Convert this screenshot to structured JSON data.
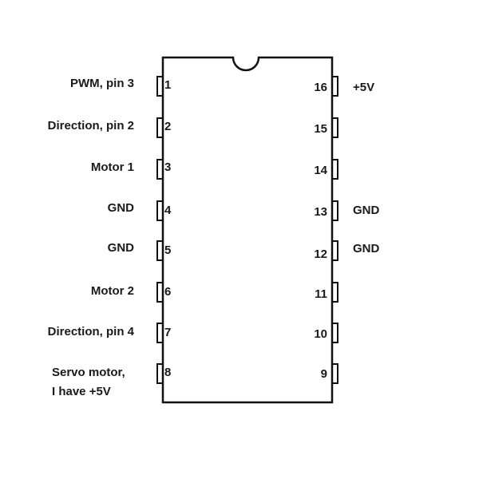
{
  "chip": {
    "left_pins": [
      {
        "number": "1",
        "label": "PWM, pin 3"
      },
      {
        "number": "2",
        "label": "Direction, pin 2"
      },
      {
        "number": "3",
        "label": "Motor 1"
      },
      {
        "number": "4",
        "label": "GND"
      },
      {
        "number": "5",
        "label": "GND"
      },
      {
        "number": "6",
        "label": "Motor 2"
      },
      {
        "number": "7",
        "label": "Direction, pin 4"
      },
      {
        "number": "8",
        "label": "Servo motor,",
        "label_line2": "I have +5V"
      }
    ],
    "right_pins": [
      {
        "number": "16",
        "label": "+5V"
      },
      {
        "number": "15",
        "label": ""
      },
      {
        "number": "14",
        "label": ""
      },
      {
        "number": "13",
        "label": "GND"
      },
      {
        "number": "12",
        "label": "GND"
      },
      {
        "number": "11",
        "label": ""
      },
      {
        "number": "10",
        "label": ""
      },
      {
        "number": "9",
        "label": ""
      }
    ]
  }
}
